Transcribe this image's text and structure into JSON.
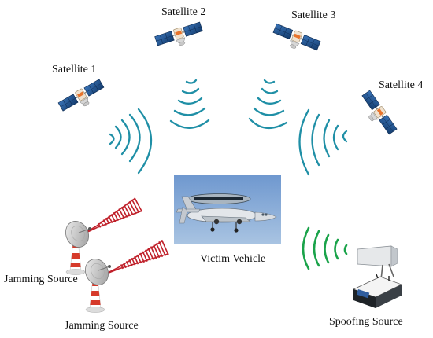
{
  "satellites": [
    {
      "label": "Satellite 1"
    },
    {
      "label": "Satellite 2"
    },
    {
      "label": "Satellite 3"
    },
    {
      "label": "Satellite 4"
    }
  ],
  "victim": {
    "label": "Victim Vehicle"
  },
  "jammers": [
    {
      "label": "Jamming Source"
    },
    {
      "label": "Jamming Source"
    }
  ],
  "spoofer": {
    "label": "Spoofing Source"
  },
  "colors": {
    "gnss_signal": "#1f8fa6",
    "spoof_signal": "#1aa34a",
    "jam_signal": "#c0202a",
    "solar_panel": "#1d4f8c",
    "sky": "#8fb2d8"
  },
  "icons": [
    "satellite-icon",
    "aircraft-icon",
    "dish-antenna-icon",
    "spoofing-transmitter-icon"
  ]
}
